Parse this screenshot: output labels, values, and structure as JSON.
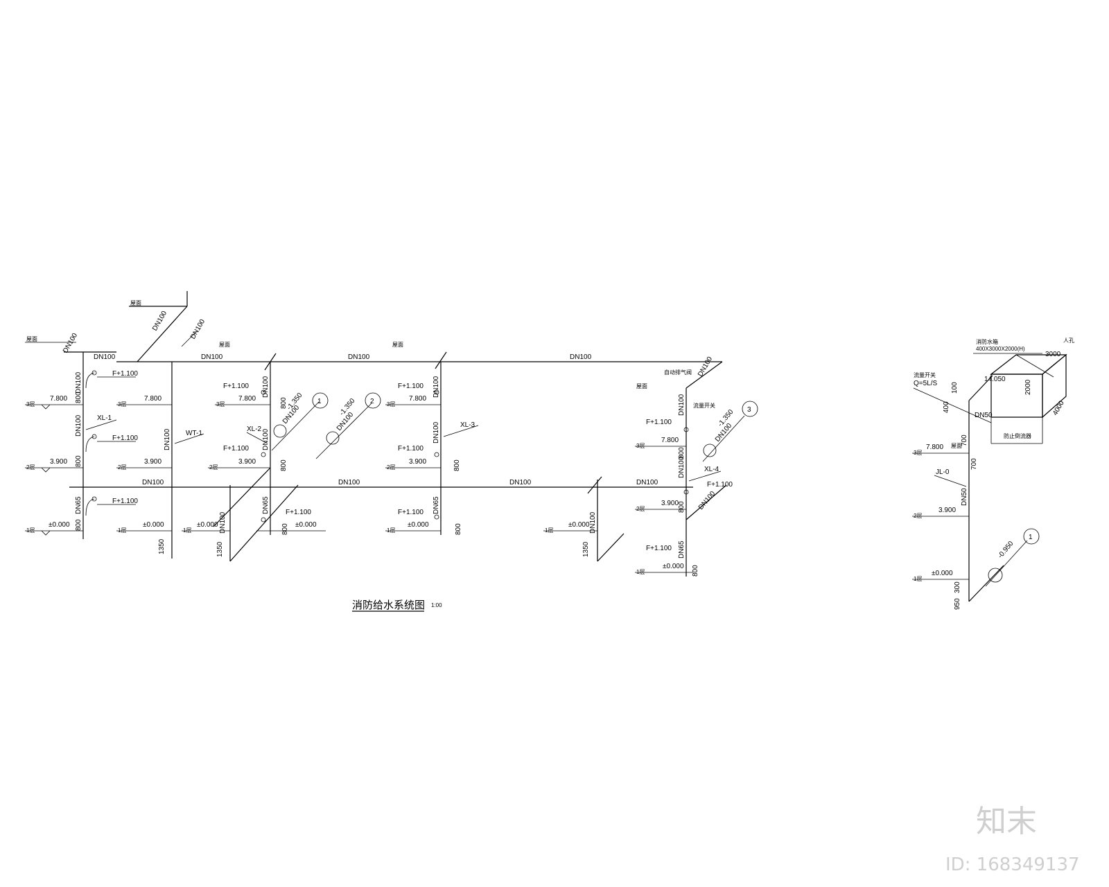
{
  "diagram": {
    "title": "消防给水系统图",
    "title_suffix": "1:00",
    "pipe_sizes": {
      "dn100": "DN100",
      "dn65": "DN65",
      "dn50": "DN50"
    },
    "elevations": {
      "e7800": "7.800",
      "e3900": "3.900",
      "e0000": "±0.000",
      "e_m1350": "-1.350",
      "e_m0950": "-0.950",
      "e14050": "14.050",
      "f1100": "F+1.100",
      "f1100b": "F+1.100"
    },
    "floors": {
      "f3": "3层",
      "f2": "2层",
      "f1": "1层",
      "roof": "屋面"
    },
    "risers": {
      "xl1": "XL-1",
      "xl2": "XL-2",
      "xl3": "XL-3",
      "xl4": "XL-4",
      "wt1": "WT-1",
      "jl0": "JL-0"
    },
    "dimensions": {
      "d800": "800",
      "d1350": "1350",
      "d700": "700",
      "d400": "400",
      "d100": "100",
      "d300": "300",
      "d950": "950",
      "d2000": "2000",
      "d4000": "4000",
      "d3000": "3000"
    },
    "tank": {
      "name": "消防水箱",
      "size": "400X3000X2000(H)",
      "flow": "Q=5L/S",
      "manhole": "人孔"
    },
    "notes": {
      "exhaust_valve": "自动排气阀",
      "flow_switch": "流量开关",
      "anti_backflow": "防止倒流器"
    },
    "circle_refs": {
      "r1": "1",
      "r2": "2",
      "r3": "3"
    }
  },
  "watermark": {
    "logo": "知末",
    "id_text": "ID: 168349137"
  }
}
